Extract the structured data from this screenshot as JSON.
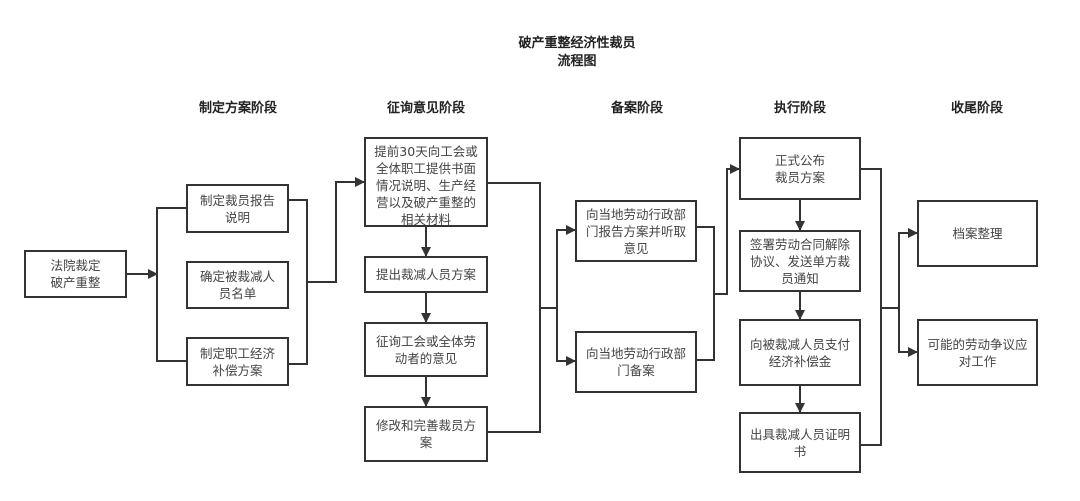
{
  "title": {
    "line1": "破产重整经济性裁员",
    "line2": "流程图"
  },
  "stages": [
    "制定方案阶段",
    "征询意见阶段",
    "备案阶段",
    "执行阶段",
    "收尾阶段"
  ],
  "nodes": {
    "start": "法院裁定破产重整",
    "plan": [
      "制定裁员报告说明",
      "确定被裁减人员名单",
      "制定职工经济补偿方案"
    ],
    "consult": [
      "提前30天向工会或全体职工提供书面情况说明、生产经营以及破产重整的相关材料",
      "提出裁减人员方案",
      "征询工会或全体劳动者的意见",
      "修改和完善裁员方案"
    ],
    "filing": [
      "向当地劳动行政部门报告方案并听取意见",
      "向当地劳动行政部门备案"
    ],
    "execute": [
      "正式公布裁员方案",
      "签署劳动合同解除协议、发送单方裁员通知",
      "向被裁减人员支付经济补偿金",
      "出具裁减人员证明书"
    ],
    "closing": [
      "档案整理",
      "可能的劳动争议应对工作"
    ]
  },
  "colors": {
    "line": "#333333",
    "text": "#444444"
  }
}
